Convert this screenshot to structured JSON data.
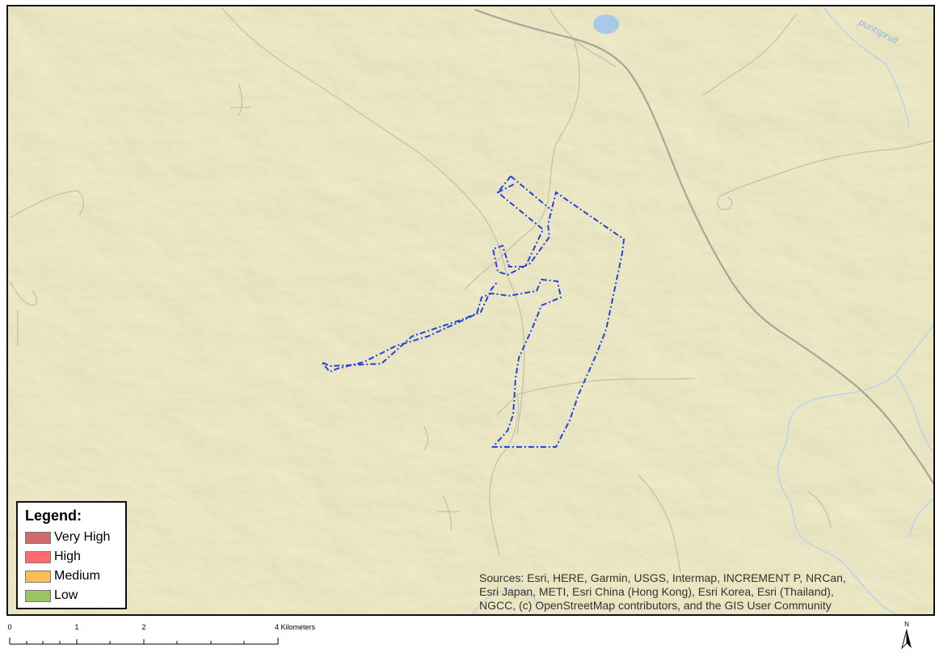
{
  "map": {
    "river_label": "puntspruit",
    "study_area_color": "#2244dd",
    "background_color": "#f4efc9",
    "road_color": "#c4c1ae",
    "rail_color": "#a9a597",
    "water_color": "#a9c9e8"
  },
  "legend": {
    "title": "Legend:",
    "items": [
      {
        "label": "Very High",
        "color": "#cd6a6a"
      },
      {
        "label": "High",
        "color": "#ff6a6a"
      },
      {
        "label": "Medium",
        "color": "#ffbe55"
      },
      {
        "label": "Low",
        "color": "#98c464"
      }
    ]
  },
  "attribution": {
    "lines": [
      "Sources: Esri, HERE, Garmin, USGS, Intermap, INCREMENT P, NRCan,",
      "Esri Japan, METI, Esri China (Hong Kong), Esri Korea, Esri (Thailand),",
      "NGCC, (c) OpenStreetMap contributors, and the GIS User Community"
    ]
  },
  "scalebar": {
    "labels": [
      "0",
      "1",
      "2",
      "4 Kilometers"
    ]
  },
  "north_arrow": {
    "letter": "N"
  }
}
